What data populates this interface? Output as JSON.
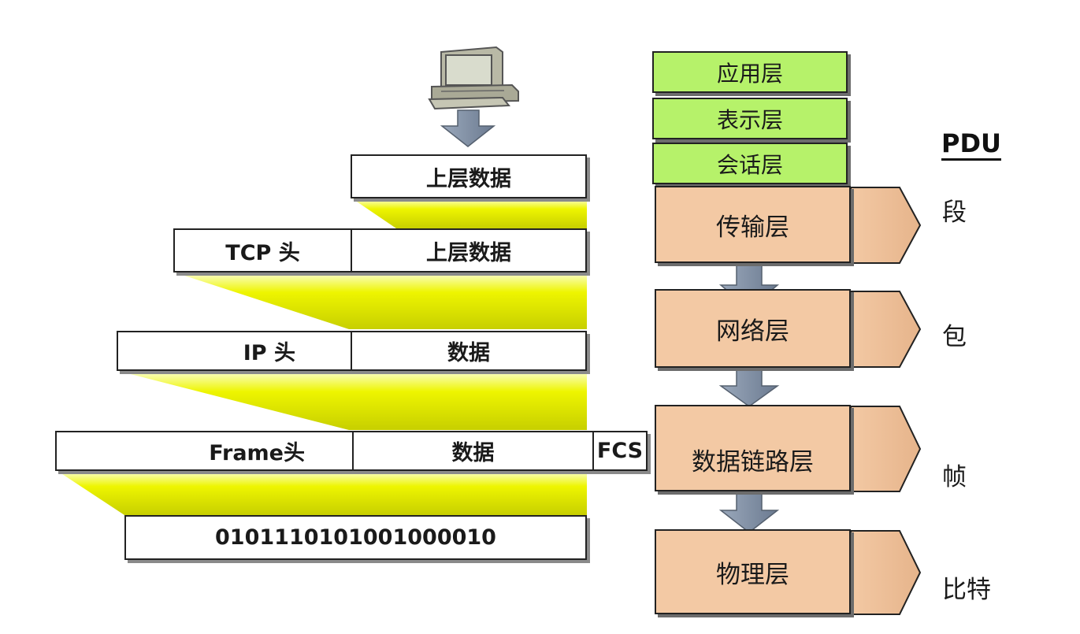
{
  "encapsulation": {
    "top_data": "上层数据",
    "tcp_header": "TCP 头",
    "tcp_data": "上层数据",
    "ip_header": "IP 头",
    "ip_data": "数据",
    "frame_header": "Frame头",
    "frame_data": "数据",
    "frame_trailer": "FCS",
    "bits": "0101110101001000010"
  },
  "osi_layers": {
    "application": "应用层",
    "presentation": "表示层",
    "session": "会话层",
    "transport": "传输层",
    "network": "网络层",
    "data_link": "数据链路层",
    "physical": "物理层"
  },
  "pdu": {
    "title": "PDU",
    "segment": "段",
    "packet": "包",
    "frame": "帧",
    "bit": "比特"
  },
  "colors": {
    "funnel_yellow": "#e6f000",
    "osi_green": "#b6f26a",
    "osi_orange": "#f3c9a4",
    "arrow_blue": "#7f8fa6"
  }
}
